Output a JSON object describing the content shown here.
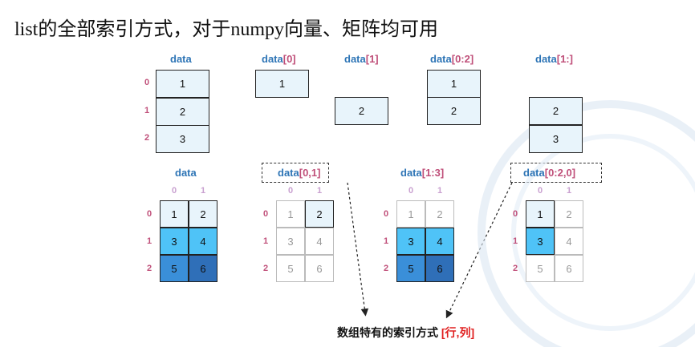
{
  "title": "list的全部索引方式，对于numpy向量、矩阵均可用",
  "vector_labels": [
    {
      "base": "data",
      "idx": ""
    },
    {
      "base": "data",
      "idx": "[0]"
    },
    {
      "base": "data",
      "idx": "[1]"
    },
    {
      "base": "data",
      "idx": "[0:2]"
    },
    {
      "base": "data",
      "idx": "[1:]"
    }
  ],
  "vector_row_index": [
    "0",
    "1",
    "2"
  ],
  "vector_values": [
    "1",
    "2",
    "3"
  ],
  "matrix_labels": [
    {
      "base": "data",
      "idx": ""
    },
    {
      "base": "data",
      "idx": "[0,1]"
    },
    {
      "base": "data",
      "idx": "[1:3]"
    },
    {
      "base": "data",
      "idx": "[0:2,0]"
    }
  ],
  "matrix_col_index": [
    "0",
    "1"
  ],
  "matrix_row_index": [
    "0",
    "1",
    "2"
  ],
  "matrix_values": [
    [
      "1",
      "2"
    ],
    [
      "3",
      "4"
    ],
    [
      "5",
      "6"
    ]
  ],
  "footnote": {
    "main": "数组特有的索引方式 ",
    "highlight": "[行,列]"
  },
  "colors": {
    "light": "#e8f4fb",
    "mid": "#4fc3f7",
    "deep": "#3a8fd9",
    "deepest": "#2f6fb8",
    "faded_text": "#999999",
    "label": "#2e75b6",
    "index": "#c0507a"
  }
}
